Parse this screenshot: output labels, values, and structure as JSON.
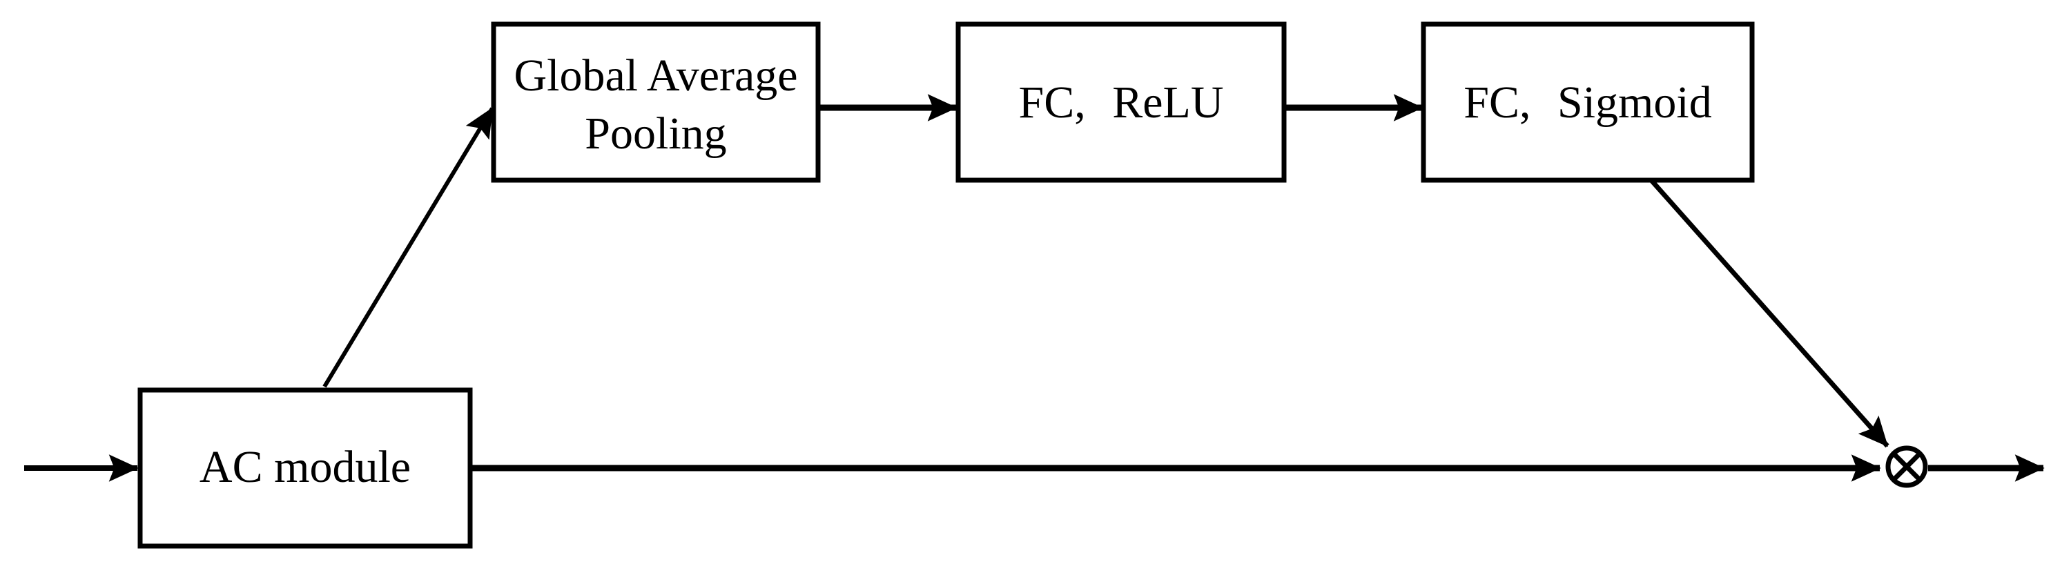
{
  "diagram": {
    "background_color": "#ffffff",
    "line_color": "#000000",
    "nodes": [
      {
        "id": "ac-module",
        "label": "AC module"
      },
      {
        "id": "global-average-pooling",
        "label": "Global Average Pooling",
        "lines": [
          "Global Average",
          "Pooling"
        ]
      },
      {
        "id": "fc-relu",
        "label": "FC, ReLU"
      },
      {
        "id": "fc-sigmoid",
        "label": "FC, Sigmoid"
      }
    ],
    "junction": {
      "id": "multiply",
      "glyph": "⊗",
      "meaning": "element-wise multiply"
    },
    "edges": [
      {
        "from": "input",
        "to": "ac-module"
      },
      {
        "from": "ac-module",
        "to": "global-average-pooling"
      },
      {
        "from": "global-average-pooling",
        "to": "fc-relu"
      },
      {
        "from": "fc-relu",
        "to": "fc-sigmoid"
      },
      {
        "from": "fc-sigmoid",
        "to": "multiply"
      },
      {
        "from": "ac-module",
        "to": "multiply"
      },
      {
        "from": "multiply",
        "to": "output"
      }
    ]
  }
}
